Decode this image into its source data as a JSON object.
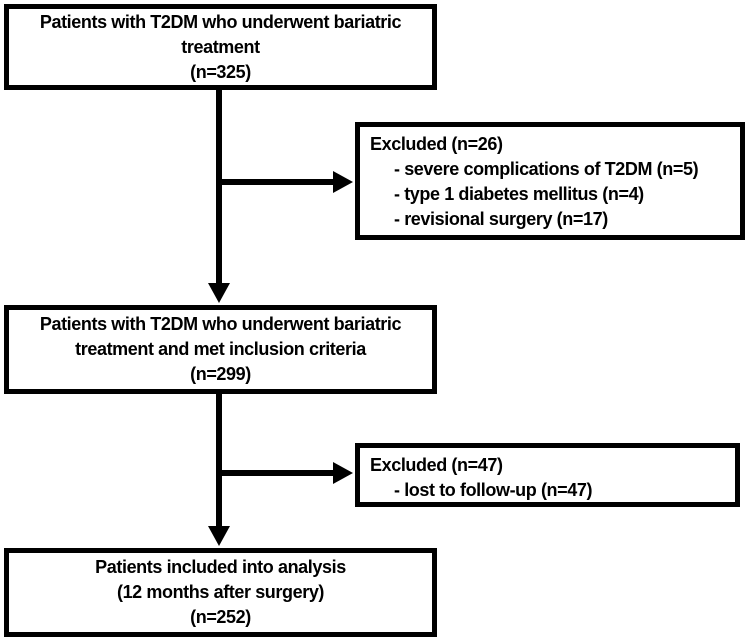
{
  "diagram": {
    "type": "flowchart",
    "colors": {
      "line": "#000000",
      "text": "#000000",
      "box_background": "#ffffff",
      "page_background": "#ffffff"
    },
    "boxes": {
      "enrollment": {
        "lines": [
          "Patients with T2DM who underwent bariatric",
          "treatment",
          "(n=325)"
        ]
      },
      "excluded_first": {
        "title": "Excluded (n=26)",
        "items": [
          "- severe complications of T2DM (n=5)",
          "- type 1 diabetes mellitus (n=4)",
          "- revisional surgery (n=17)"
        ]
      },
      "inclusion": {
        "lines": [
          "Patients with T2DM who underwent bariatric",
          "treatment and met inclusion criteria",
          "(n=299)"
        ]
      },
      "excluded_second": {
        "title": "Excluded (n=47)",
        "items": [
          "- lost to follow-up (n=47)"
        ]
      },
      "analysis": {
        "lines": [
          "Patients included into analysis",
          "(12 months after surgery)",
          "(n=252)"
        ]
      }
    }
  }
}
